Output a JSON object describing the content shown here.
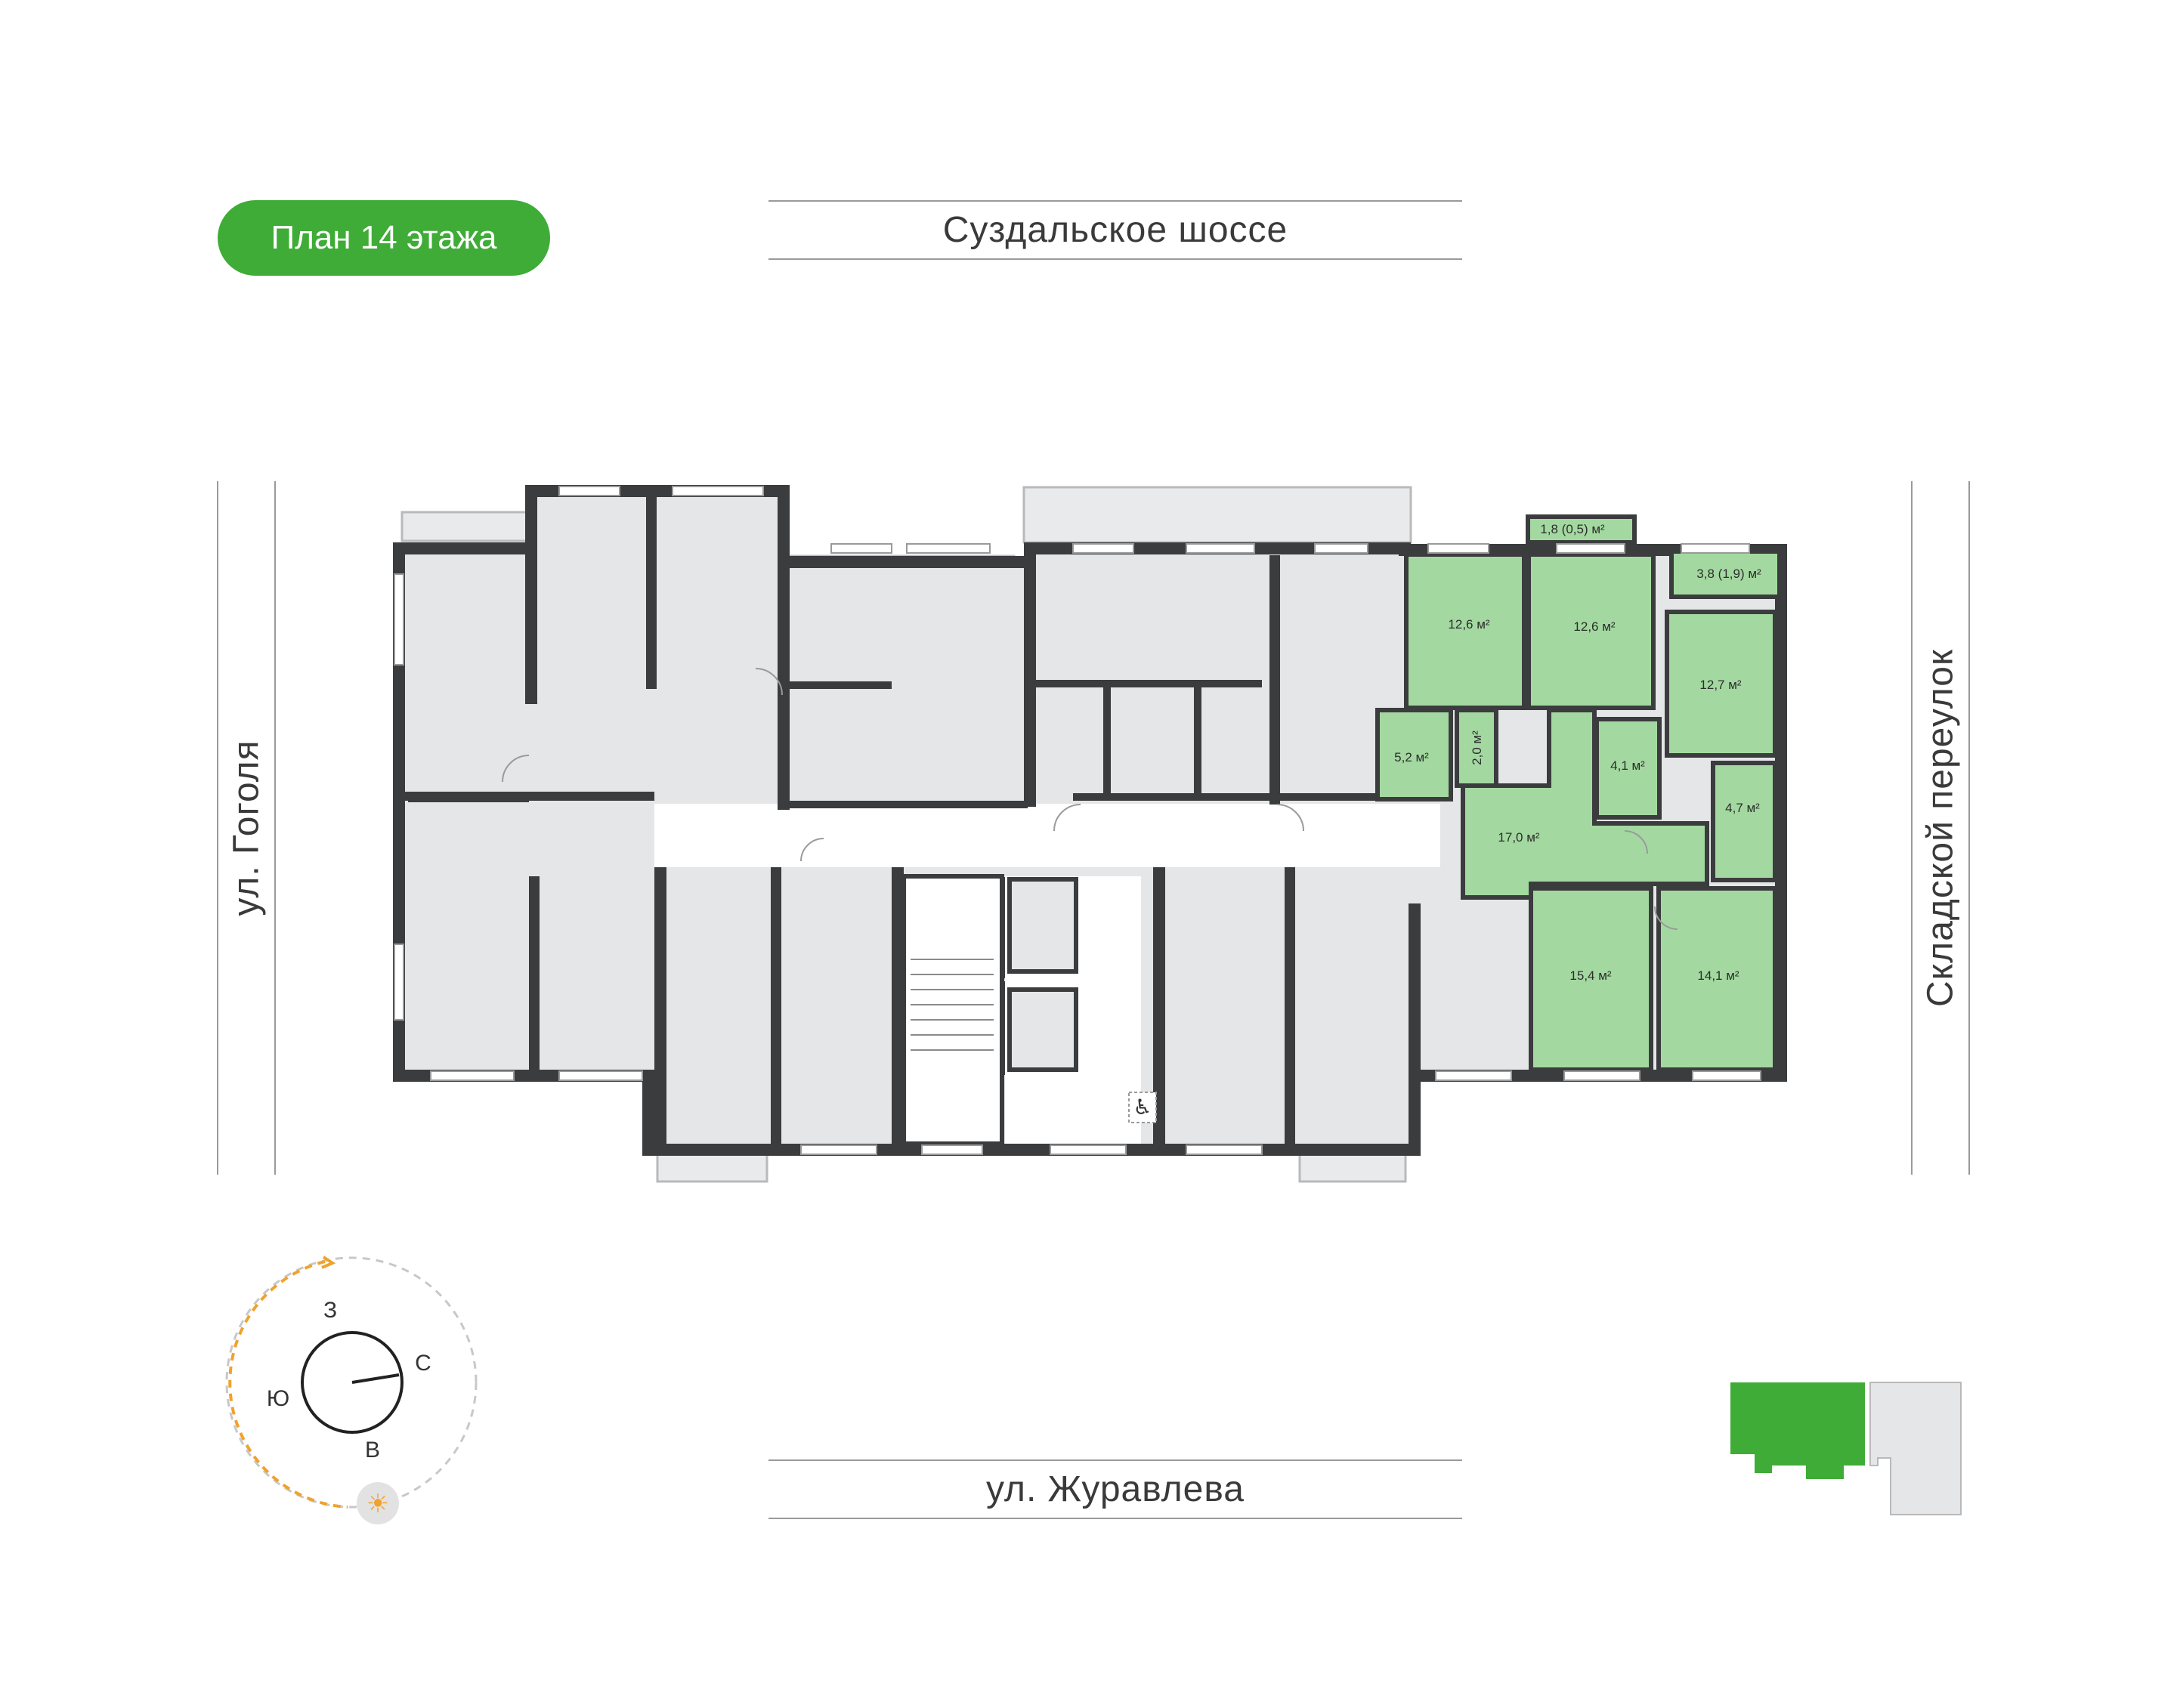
{
  "floor_label": "План 14 этажа",
  "streets": {
    "top": "Суздальское шоссе",
    "bottom": "ул. Журавлева",
    "left": "ул. Гоголя",
    "right": "Складской переулок"
  },
  "apartment_areas": {
    "balcony_top": "1,8 (0,5) м²",
    "balcony_right": "3,8 (1,9) м²",
    "room_a": "12,6 м²",
    "room_b": "12,6 м²",
    "room_c": "12,7 м²",
    "bath_a": "5,2 м²",
    "wc": "2,0 м²",
    "bath_b": "4,1 м²",
    "bath_c": "4,7 м²",
    "hall": "17,0 м²",
    "room_d": "15,4 м²",
    "room_e": "14,1 м²"
  },
  "compass": {
    "west": "З",
    "north": "С",
    "south": "Ю",
    "east": "В"
  },
  "colors": {
    "accent": "#3fac37",
    "apartment_fill": "#a3d9a0",
    "room_fill": "#e5e6e8",
    "wall": "#3b3c3e",
    "sun_path": "#f0a22d"
  }
}
